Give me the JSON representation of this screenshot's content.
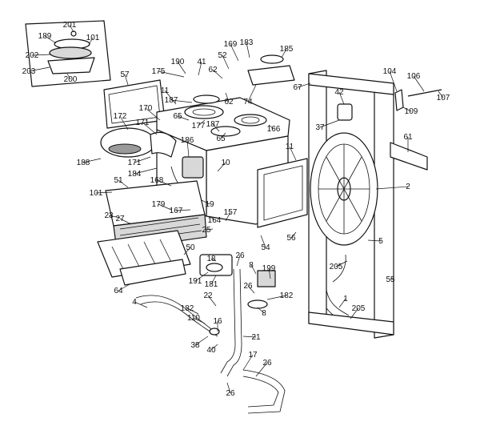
{
  "callouts": [
    {
      "id": "c201",
      "text": "201"
    },
    {
      "id": "c189",
      "text": "189"
    },
    {
      "id": "c101a",
      "text": "101"
    },
    {
      "id": "c202",
      "text": "202"
    },
    {
      "id": "c203",
      "text": "203"
    },
    {
      "id": "c200",
      "text": "200"
    },
    {
      "id": "c57",
      "text": "57"
    },
    {
      "id": "c175",
      "text": "175"
    },
    {
      "id": "c190",
      "text": "190"
    },
    {
      "id": "c41",
      "text": "41"
    },
    {
      "id": "c169",
      "text": "169"
    },
    {
      "id": "c183",
      "text": "183"
    },
    {
      "id": "c52",
      "text": "52"
    },
    {
      "id": "c185",
      "text": "185"
    },
    {
      "id": "c62a",
      "text": "62"
    },
    {
      "id": "c62b",
      "text": "62"
    },
    {
      "id": "c74",
      "text": "74"
    },
    {
      "id": "c67",
      "text": "67"
    },
    {
      "id": "c104",
      "text": "104"
    },
    {
      "id": "c106",
      "text": "106"
    },
    {
      "id": "c107",
      "text": "107"
    },
    {
      "id": "c109",
      "text": "109"
    },
    {
      "id": "c42",
      "text": "42"
    },
    {
      "id": "c11a",
      "text": "11"
    },
    {
      "id": "c187a",
      "text": "187"
    },
    {
      "id": "c170",
      "text": "170"
    },
    {
      "id": "c65a",
      "text": "65"
    },
    {
      "id": "c172",
      "text": "172"
    },
    {
      "id": "c171a",
      "text": "171"
    },
    {
      "id": "c177",
      "text": "177"
    },
    {
      "id": "c187b",
      "text": "187"
    },
    {
      "id": "c166",
      "text": "166"
    },
    {
      "id": "c186",
      "text": "186"
    },
    {
      "id": "c65b",
      "text": "65"
    },
    {
      "id": "c37",
      "text": "37"
    },
    {
      "id": "c61",
      "text": "61"
    },
    {
      "id": "c11b",
      "text": "11"
    },
    {
      "id": "c188",
      "text": "188"
    },
    {
      "id": "c171b",
      "text": "171"
    },
    {
      "id": "c184",
      "text": "184"
    },
    {
      "id": "c10",
      "text": "10"
    },
    {
      "id": "c51",
      "text": "51"
    },
    {
      "id": "c168",
      "text": "168"
    },
    {
      "id": "c101b",
      "text": "101"
    },
    {
      "id": "c2",
      "text": "2"
    },
    {
      "id": "c179",
      "text": "179"
    },
    {
      "id": "c19",
      "text": "19"
    },
    {
      "id": "c23",
      "text": "23"
    },
    {
      "id": "c167",
      "text": "167"
    },
    {
      "id": "c157",
      "text": "157"
    },
    {
      "id": "c27",
      "text": "27"
    },
    {
      "id": "c164",
      "text": "164"
    },
    {
      "id": "c25",
      "text": "25"
    },
    {
      "id": "c56",
      "text": "56"
    },
    {
      "id": "c54",
      "text": "54"
    },
    {
      "id": "c5",
      "text": "5"
    },
    {
      "id": "c50",
      "text": "50"
    },
    {
      "id": "c18",
      "text": "18"
    },
    {
      "id": "c26a",
      "text": "26"
    },
    {
      "id": "c8a",
      "text": "8"
    },
    {
      "id": "c205a",
      "text": "205"
    },
    {
      "id": "c199",
      "text": "199"
    },
    {
      "id": "c181",
      "text": "181"
    },
    {
      "id": "c55",
      "text": "55"
    },
    {
      "id": "c191",
      "text": "191"
    },
    {
      "id": "c26b",
      "text": "26"
    },
    {
      "id": "c64",
      "text": "64"
    },
    {
      "id": "c182a",
      "text": "182"
    },
    {
      "id": "c22",
      "text": "22"
    },
    {
      "id": "c4",
      "text": "4"
    },
    {
      "id": "c1",
      "text": "1"
    },
    {
      "id": "c182b",
      "text": "182"
    },
    {
      "id": "c205b",
      "text": "205"
    },
    {
      "id": "c8b",
      "text": "8"
    },
    {
      "id": "c110",
      "text": "110"
    },
    {
      "id": "c16",
      "text": "16"
    },
    {
      "id": "c38",
      "text": "38"
    },
    {
      "id": "c21",
      "text": "21"
    },
    {
      "id": "c40",
      "text": "40"
    },
    {
      "id": "c17",
      "text": "17"
    },
    {
      "id": "c26c",
      "text": "26"
    },
    {
      "id": "c26d",
      "text": "26"
    }
  ]
}
